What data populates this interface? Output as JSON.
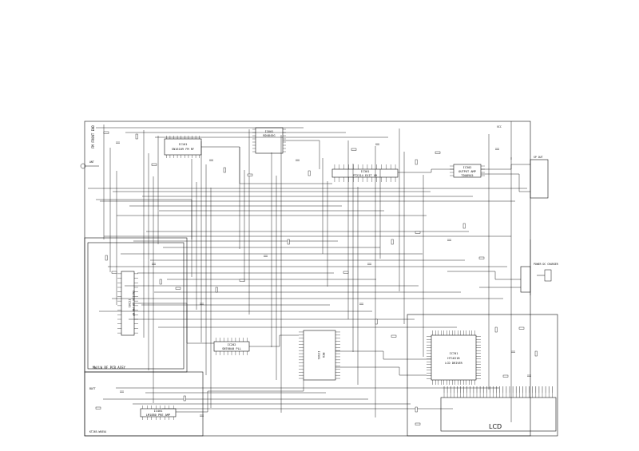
{
  "chips": {
    "ic101": {
      "ref": "IC101",
      "part": "SN16109 FM RF"
    },
    "ic601": {
      "ref": "IC601",
      "part": "BD4845G"
    },
    "ic301": {
      "ref": "IC301",
      "part": "PT2314 EXIT VR"
    },
    "ic302": {
      "ref": "IC302",
      "part": "OUTPUT AMP",
      "sub": "TDA8945"
    },
    "ic201": {
      "ref": "IC201",
      "part": "SN3120 AM MW RF"
    },
    "ic202": {
      "ref": "IC202",
      "part": "SN76040 PLL"
    },
    "ic501": {
      "ref": "IC501",
      "part": "MCU"
    },
    "ic401": {
      "ref": "IC401",
      "part": "LM1880 PRE AMP"
    },
    "ic701": {
      "ref": "IC701",
      "part": "HT1621B",
      "sub": "LCD DRIVER"
    }
  },
  "labels": {
    "fm_front_end": "FM FRONT END",
    "mw_rf_pcb": "MW/LW RF PCB ASSY",
    "bottom_left_note": "KT265-WS65A",
    "lcd": "LCD",
    "power_charger": "POWER DC CHARGER",
    "ant": "ANT",
    "vcc_label": "VCC",
    "speaker_out": "SP OUT",
    "battery": "BATT"
  }
}
